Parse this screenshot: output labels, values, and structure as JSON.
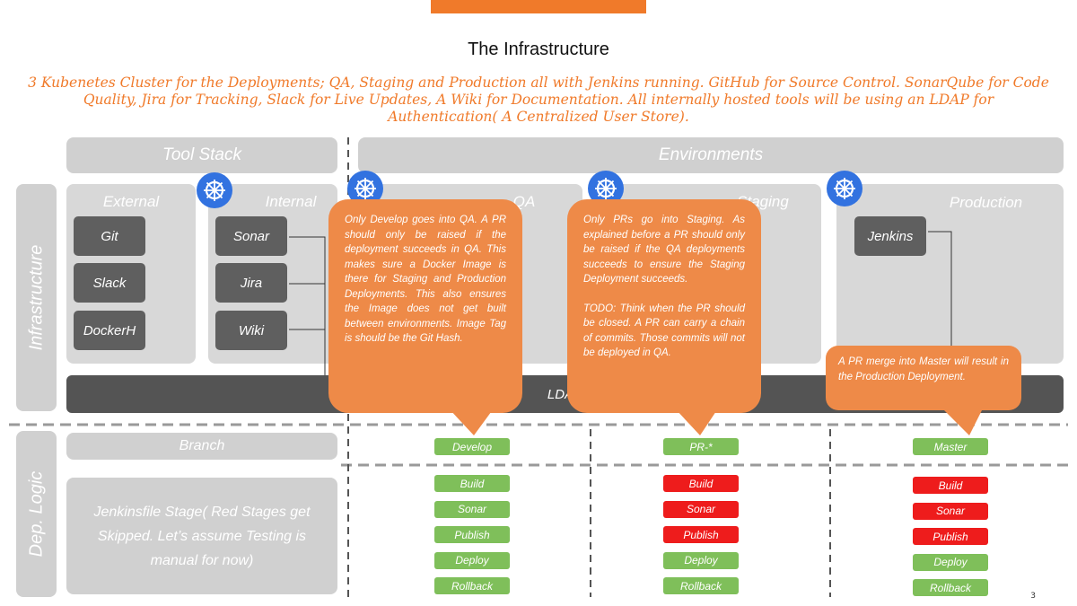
{
  "title": "The Infrastructure",
  "subtitle": "3 Kubenetes Cluster for the Deployments; QA, Staging and Production all with Jenkins running. GitHub for Source Control. SonarQube for Code Quality, Jira for Tracking, Slack for Live Updates, A Wiki for Documentation. All internally hosted tools will be using an LDAP for Authentication( A Centralized User Store).",
  "rows": {
    "infrastructure": "Infrastructure",
    "dep_logic": "Dep. Logic"
  },
  "tool_stack": {
    "header": "Tool Stack",
    "external": {
      "label": "External",
      "items": [
        "Git",
        "Slack",
        "DockerH"
      ]
    },
    "internal": {
      "label": "Internal",
      "items": [
        "Sonar",
        "Jira",
        "Wiki"
      ]
    }
  },
  "environments": {
    "header": "Environments",
    "qa": {
      "label": "QA"
    },
    "staging": {
      "label": "Staging"
    },
    "production": {
      "label": "Production",
      "jenkins": "Jenkins"
    }
  },
  "ldap": "LDAP",
  "branch_label": "Branch",
  "stage_note": "Jenkinsfile Stage( Red Stages get Skipped. Let’s assume Testing is manual for now)",
  "branches": {
    "qa": "Develop",
    "staging": "PR-*",
    "production": "Master"
  },
  "stage_names": [
    "Build",
    "Sonar",
    "Publish",
    "Deploy",
    "Rollback"
  ],
  "stage_status": {
    "qa": [
      "green",
      "green",
      "green",
      "green",
      "green"
    ],
    "staging": [
      "red",
      "red",
      "red",
      "green",
      "green"
    ],
    "production": [
      "red",
      "red",
      "red",
      "green",
      "green"
    ]
  },
  "colors": {
    "accent": "#f07a2a",
    "callout": "#ee8a48",
    "skipped": "#ee1c1c",
    "run": "#7fbf5a",
    "k8s": "#3272e0"
  },
  "callouts": {
    "qa": "Only Develop goes into QA. A PR should only be raised if the deployment succeeds in QA. This makes sure a Docker Image is there for Staging and Production Deployments. This also ensures the Image does not get built between environments. Image Tag is should be the Git Hash.",
    "staging_1": "Only PRs go into Staging. As explained before a PR should only be raised if the QA deployments succeeds to ensure the Staging Deployment succeeds.",
    "staging_2": "TODO: Think when the PR should be closed. A PR can carry a chain of commits. Those commits will not be deployed in QA.",
    "production": "A PR merge into Master will result in the Production Deployment."
  },
  "page_number": "3"
}
